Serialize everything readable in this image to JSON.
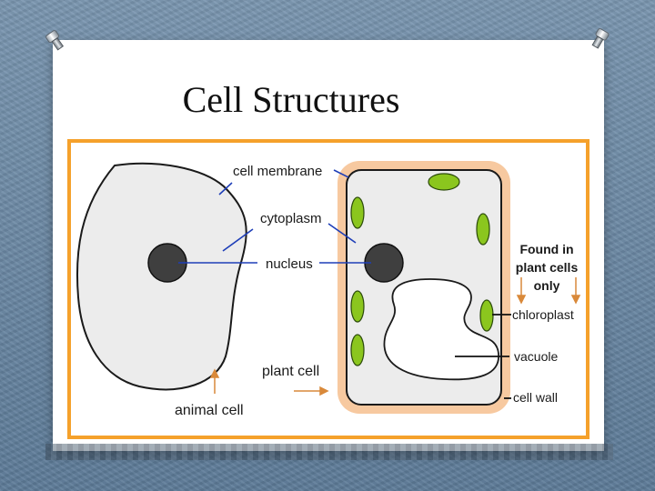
{
  "slide": {
    "title": "Cell Structures"
  },
  "diagram": {
    "labels": {
      "cell_membrane": "cell membrane",
      "cytoplasm": "cytoplasm",
      "nucleus": "nucleus",
      "plant_cell": "plant cell",
      "animal_cell": "animal cell",
      "found_in_line1": "Found in",
      "found_in_line2": "plant cells",
      "found_in_line3": "only",
      "chloroplast": "chloroplast",
      "vacuole": "vacuole",
      "cell_wall": "cell wall"
    }
  },
  "colors": {
    "frame_border": "#f5a12b",
    "cell_wall": "#f7c9a0",
    "cytoplasm": "#ececec",
    "nucleus": "#3f3f3f",
    "chloroplast": "#8bc61e",
    "label_line": "#1f3fb8",
    "arrow": "#d9893a"
  }
}
